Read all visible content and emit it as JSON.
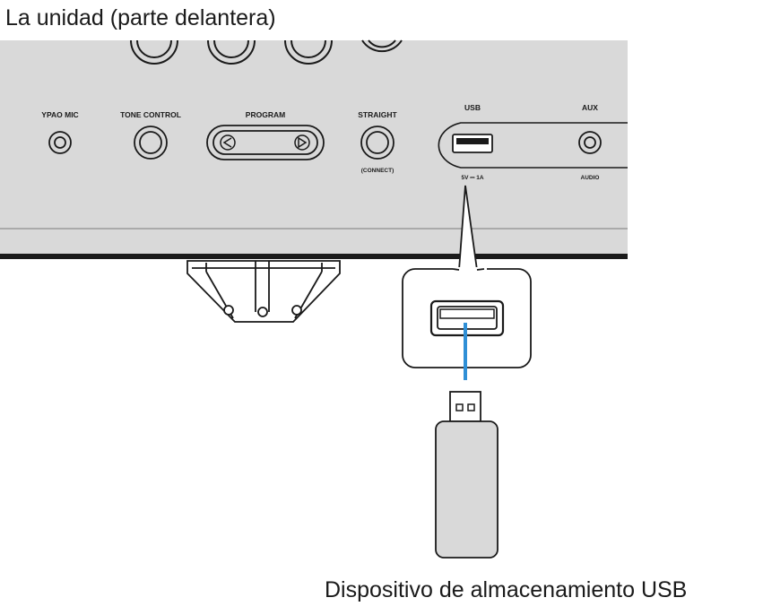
{
  "title": "La unidad (parte delantera)",
  "panel": {
    "labels": {
      "ypao_mic": "YPAO MIC",
      "tone_control": "TONE CONTROL",
      "program": "PROGRAM",
      "straight": "STRAIGHT",
      "connect": "(CONNECT)",
      "usb": "USB",
      "usb_rating": "5V ⎓ 1A",
      "aux": "AUX",
      "audio": "AUDIO"
    }
  },
  "device_caption": "Dispositivo de almacenamiento USB",
  "colors": {
    "panel": "#d9d9d9",
    "outline": "#1a1a1a",
    "cable": "#2f8fd6",
    "background": "#ffffff"
  }
}
